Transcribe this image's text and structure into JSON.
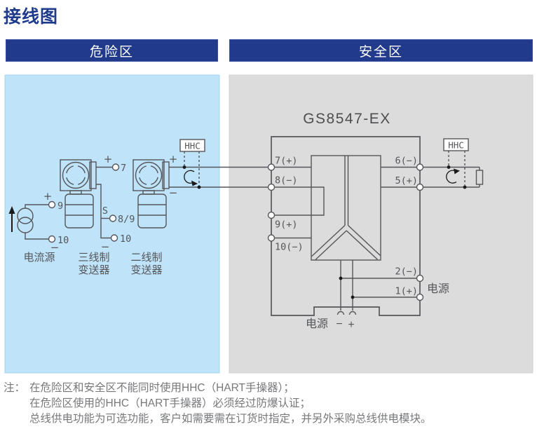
{
  "title": "接线图",
  "hazard": {
    "header": "危险区",
    "hhc_label": "HHC",
    "current_source": {
      "name": "电流源",
      "plus": "+",
      "minus": "−",
      "t_top": "9",
      "t_bottom": "10"
    },
    "three_wire": {
      "plus": "+",
      "t_plus": "7",
      "signal": "S",
      "t_signal": "8/9",
      "minus": "−",
      "t_minus": "10",
      "name1": "三线制",
      "name2": "变送器"
    },
    "two_wire": {
      "plus": "+",
      "minus": "−",
      "name1": "二线制",
      "name2": "变送器"
    }
  },
  "safe": {
    "header": "安全区",
    "hhc_label": "HHC",
    "device": {
      "model": "GS8547-EX",
      "t7": "7(+)",
      "t8": "8(−)",
      "t9": "9(+)",
      "t10": "10(−)",
      "t6": "6(−)",
      "t5": "5(+)",
      "t2": "2(−)",
      "t1": "1(+)",
      "power_side": "电源",
      "power_bottom": "电源",
      "pwr_minus": "−",
      "pwr_plus": "+"
    }
  },
  "notes": {
    "prefix": "注：",
    "lines": [
      "在危险区和安全区不能同时使用HHC（HART手操器）；",
      "在危险区使用的HHC（HART手操器）必须经过防爆认证；",
      "总线供电功能为可选功能，客户如需要需在订货时指定，并另外采购总线供电模块。"
    ]
  },
  "colors": {
    "header_bg": "#213a8b",
    "title_text": "#1e3a8c",
    "hazard_bg": "#bfe3f8",
    "safe_bg": "#dcdcdc",
    "line": "#55565a",
    "note_text": "#77787b"
  }
}
